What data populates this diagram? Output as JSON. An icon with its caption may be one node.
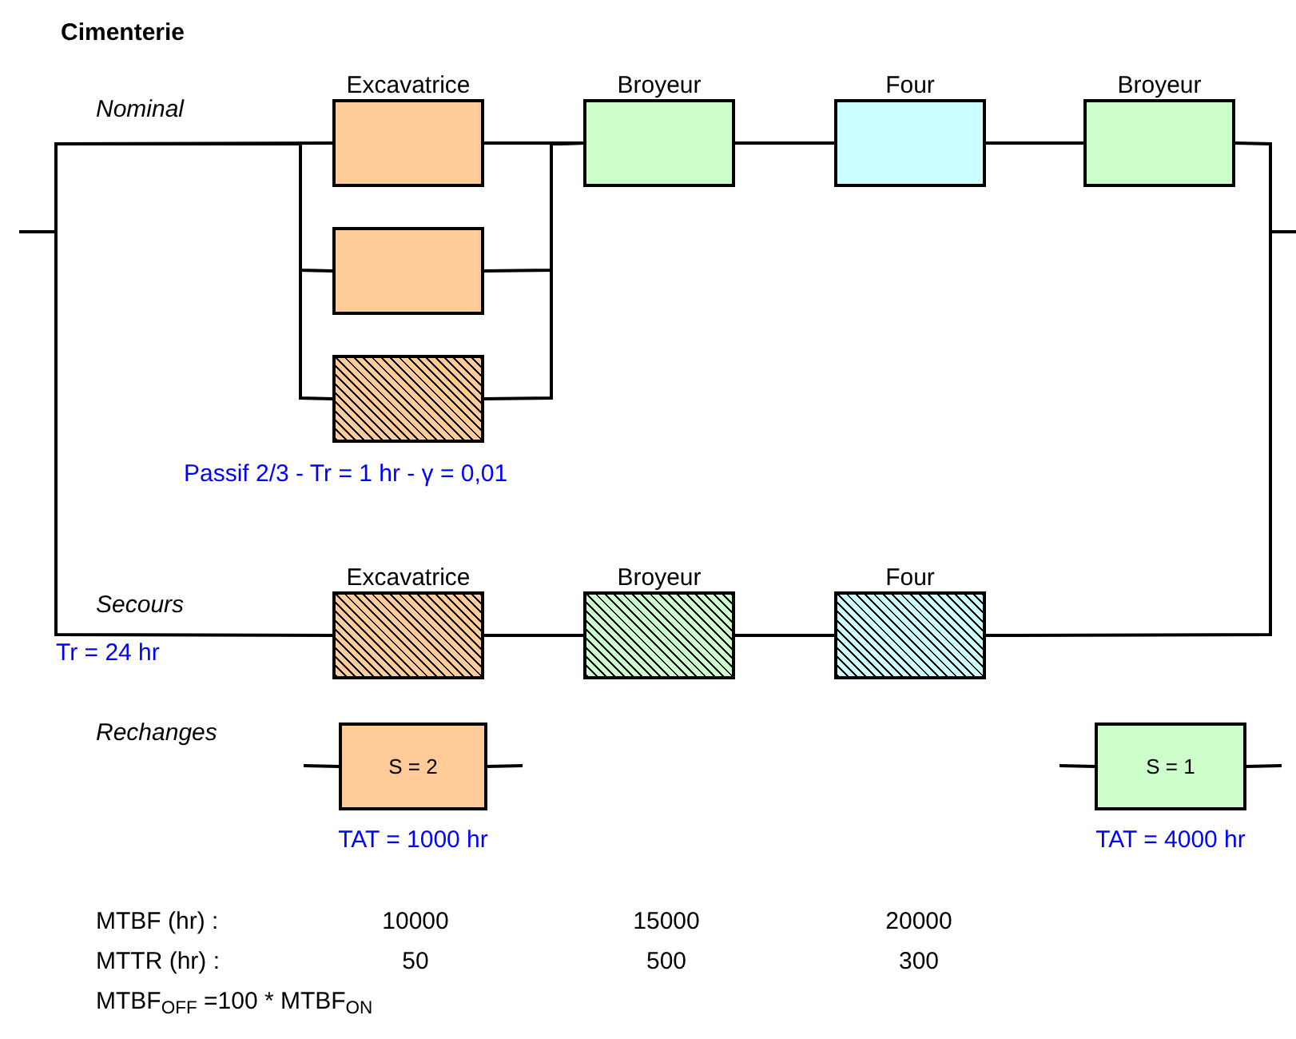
{
  "diagram": {
    "title": "Cimenterie",
    "nodes": [
      {
        "text": [
          "Excavatrice"
        ]
      },
      {
        "text": [],
        "shape": "box"
      },
      {
        "text": [],
        "shape": "box"
      },
      {
        "text": [
          "Broyeur"
        ]
      },
      {
        "text": [
          "Four"
        ]
      },
      {
        "text": [
          "Broyeur"
        ]
      },
      {
        "text": [
          "Excavatrice"
        ]
      },
      {
        "text": [
          "Broyeur"
        ]
      },
      {
        "text": [
          "Four"
        ]
      },
      {
        "text": [
          "S = 2"
        ],
        "beside": [
          "TAT = 1000 hr"
        ]
      },
      {
        "text": [
          "S = 1"
        ],
        "beside": [
          "TAT = 4000 hr"
        ]
      }
    ],
    "edges": [
      {
        "from": null,
        "to": 0,
        "arrow": "none"
      },
      {
        "from": null,
        "to": 1,
        "arrow": "none"
      },
      {
        "from": null,
        "to": 2,
        "arrow": "none"
      },
      {
        "from": null,
        "to": 6,
        "arrow": "none"
      },
      {
        "from": 0,
        "to": 3,
        "arrow": "none"
      },
      {
        "from": 1,
        "to": 3,
        "arrow": "none"
      },
      {
        "from": 2,
        "to": 3,
        "arrow": "none"
      },
      {
        "from": 3,
        "to": 4,
        "arrow": "none"
      },
      {
        "from": 4,
        "to": 5,
        "arrow": "none"
      },
      {
        "from": 5,
        "to": null,
        "arrow": "none"
      },
      {
        "from": 6,
        "to": 7,
        "arrow": "none"
      },
      {
        "from": 7,
        "to": 8,
        "arrow": "none"
      },
      {
        "from": 8,
        "to": null,
        "arrow": "none"
      },
      {
        "from": null,
        "to": 9,
        "arrow": "none"
      },
      {
        "from": 9,
        "to": null,
        "arrow": "none"
      },
      {
        "from": null,
        "to": 10,
        "arrow": "none"
      },
      {
        "from": 10,
        "to": null,
        "arrow": "none"
      }
    ],
    "labels": [
      "Nominal",
      "Passif 2/3 - Tr = 1 hr - γ = 0,01",
      "Secours",
      "Tr = 24 hr",
      "Rechanges",
      "MTBF (hr) :",
      "10000",
      "15000",
      "20000",
      "MTTR (hr) :",
      "50",
      "500",
      "300",
      "MTBF$_{OFF}$ =100 * MTBF$_{ON}$"
    ]
  }
}
